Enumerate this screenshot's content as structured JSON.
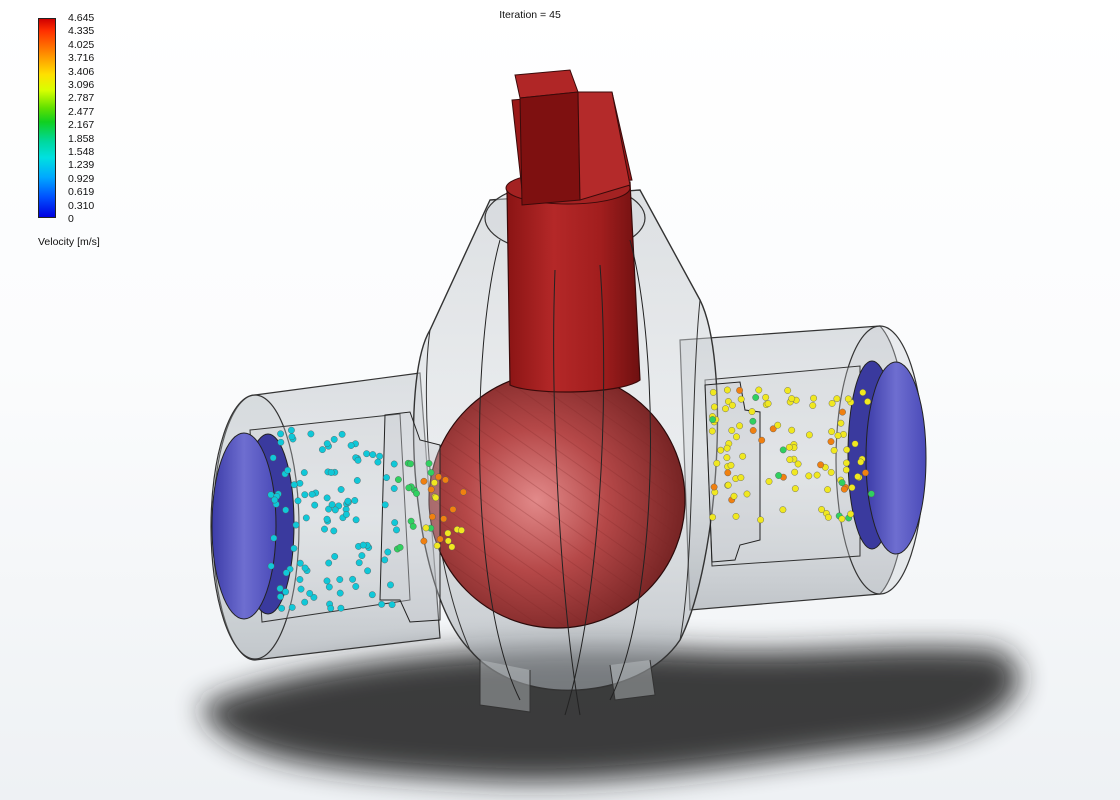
{
  "header": {
    "iteration_label": "Iteration = 45"
  },
  "legend": {
    "title": "Velocity [m/s]",
    "ticks": [
      "4.645",
      "4.335",
      "4.025",
      "3.716",
      "3.406",
      "3.096",
      "2.787",
      "2.477",
      "2.167",
      "1.858",
      "1.548",
      "1.239",
      "0.929",
      "0.619",
      "0.310",
      "0"
    ],
    "colors": {
      "max": "#d00000",
      "high": "#ff9000",
      "mid_high": "#ffe000",
      "mid": "#10d020",
      "mid_low": "#00e0e0",
      "low": "#0000e0"
    }
  },
  "scene": {
    "colors": {
      "stem": "#9e1c1c",
      "ball": "#a83a3a",
      "end_caps": "#5c5cc0",
      "body_glass": "#b0b6bc",
      "particle_slow": "#10c8d8",
      "particle_medium": "#f0e820",
      "particle_fast": "#f08010"
    }
  }
}
